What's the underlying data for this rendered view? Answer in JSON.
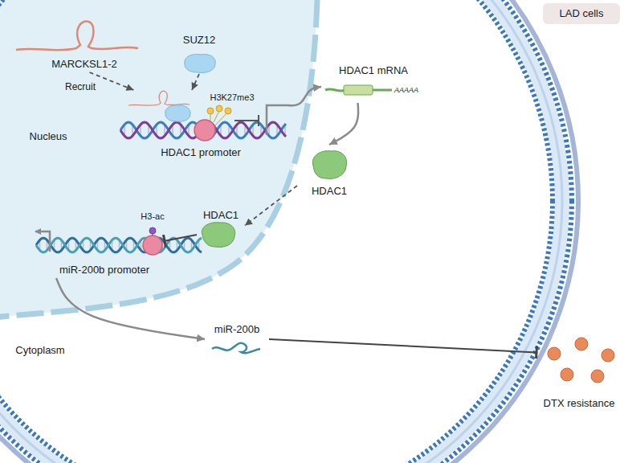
{
  "diagram": {
    "nodes": [
      {
        "text": [
          "LAD cells"
        ]
      },
      {
        "text": [
          "MARCKSL1-2"
        ]
      },
      {
        "text": [
          "SUZ12"
        ]
      },
      {
        "text": [
          "HDAC1 promoter"
        ]
      },
      {
        "text": [
          "HDAC1 mRNA"
        ]
      },
      {
        "text": [
          "HDAC1"
        ]
      },
      {
        "text": [
          "HDAC1"
        ]
      },
      {
        "text": [
          "miR-200b promoter"
        ]
      },
      {
        "text": [
          "miR-200b"
        ]
      },
      {
        "text": [
          "DTX resistance"
        ]
      }
    ],
    "edges": [
      {
        "from": 1,
        "to": 3,
        "label": "Recruit",
        "arrow": "to"
      },
      {
        "from": 2,
        "to": 3,
        "arrow": "to"
      },
      {
        "from": 3,
        "to": 4,
        "arrow": "to"
      },
      {
        "from": 4,
        "to": 5,
        "arrow": "to"
      },
      {
        "from": 5,
        "to": 6,
        "arrow": "to"
      },
      {
        "from": 6,
        "to": 7,
        "arrow": "to"
      },
      {
        "from": 7,
        "to": 8,
        "arrow": "to"
      },
      {
        "from": 8,
        "to": 9,
        "arrow": "to"
      }
    ],
    "labels": [
      "Nucleus",
      "Cytoplasm",
      "H3K27me3",
      "AAAAA",
      "H3-ac"
    ]
  }
}
